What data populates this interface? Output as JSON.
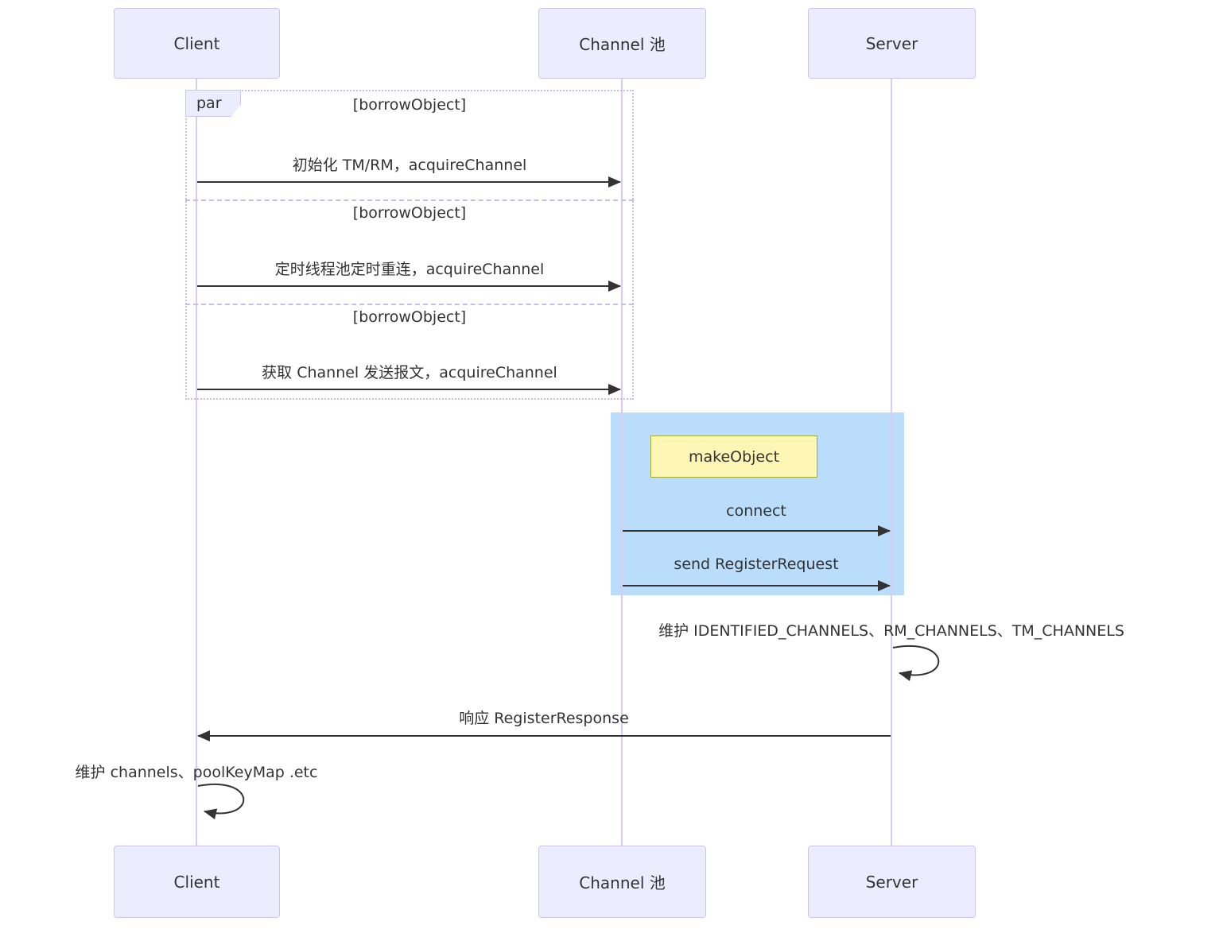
{
  "diagram_type": "sequence",
  "actors": [
    {
      "name": "Client"
    },
    {
      "name": "Channel 池"
    },
    {
      "name": "Server"
    }
  ],
  "par_block": {
    "label": "par",
    "sections": [
      {
        "condition": "[borrowObject]",
        "message": {
          "text": "初始化 TM/RM，acquireChannel",
          "from": "Client",
          "to": "Channel 池"
        }
      },
      {
        "condition": "[borrowObject]",
        "message": {
          "text": "定时线程池定时重连，acquireChannel",
          "from": "Client",
          "to": "Channel 池"
        }
      },
      {
        "condition": "[borrowObject]",
        "message": {
          "text": "获取 Channel 发送报文，acquireChannel",
          "from": "Client",
          "to": "Channel 池"
        }
      }
    ]
  },
  "highlighted_region": {
    "note": {
      "text": "makeObject",
      "over": "Channel 池"
    },
    "messages": [
      {
        "text": "connect",
        "from": "Channel 池",
        "to": "Server"
      },
      {
        "text": "send RegisterRequest",
        "from": "Channel 池",
        "to": "Server"
      }
    ],
    "background_color": "#BBDDFC"
  },
  "self_messages": [
    {
      "actor": "Server",
      "text": "维护 IDENTIFIED_CHANNELS、RM_CHANNELS、TM_CHANNELS"
    },
    {
      "actor": "Client",
      "text": "维护 channels、poolKeyMap .etc"
    }
  ],
  "return_message": {
    "text": "响应 RegisterResponse",
    "from": "Server",
    "to": "Client"
  },
  "colors": {
    "actor_fill": "#ECECFF",
    "actor_border": "#CFC4F0",
    "lifeline": "#D9CCEF",
    "block_border": "#C5BDEC",
    "note_fill": "#FDF6B5",
    "note_border": "#AAAA33",
    "highlight_fill": "#BBDDFC",
    "arrow": "#333333",
    "text": "#333333"
  }
}
